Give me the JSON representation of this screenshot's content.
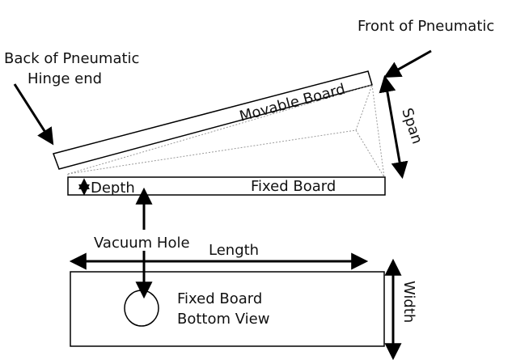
{
  "labels": {
    "front_of_pneumatic": "Front of Pneumatic",
    "back_of_pneumatic": "Back of Pneumatic",
    "hinge_end": "Hinge end",
    "movable_board": "Movable Board",
    "span": "Span",
    "fixed_board": "Fixed Board",
    "depth": "Depth",
    "vacuum_hole": "Vacuum Hole",
    "length": "Length",
    "width": "Width",
    "fixed_board_bottom_view_line1": "Fixed Board",
    "fixed_board_bottom_view_line2": "Bottom View"
  },
  "colors": {
    "ink": "#000000",
    "text": "#111111",
    "guide": "#9a9a9a",
    "background": "#ffffff"
  },
  "icons": {
    "double_arrow": "double-arrow-icon",
    "arrow": "arrow-icon"
  }
}
